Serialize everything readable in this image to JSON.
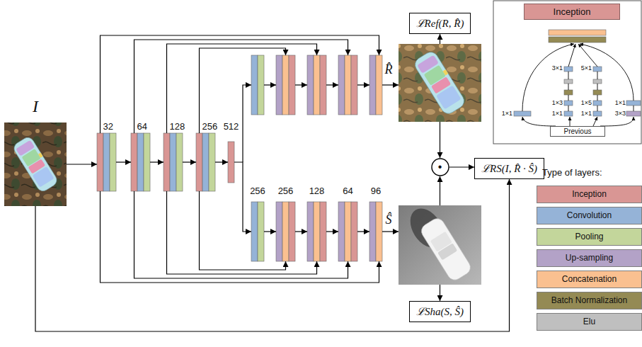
{
  "diagram": {
    "nodes": [
      {
        "text": [
          "I"
        ]
      },
      {
        "text": [
          "32"
        ]
      },
      {
        "text": [
          "64"
        ]
      },
      {
        "text": [
          "128"
        ]
      },
      {
        "text": [
          "256"
        ]
      },
      {
        "text": [
          "512"
        ]
      },
      {
        "text": [
          "256"
        ]
      },
      {
        "text": [
          "256"
        ]
      },
      {
        "text": [
          "128"
        ]
      },
      {
        "text": [
          "64"
        ]
      },
      {
        "text": [
          "96"
        ]
      },
      {
        "text": [
          "R̂"
        ]
      },
      {
        "text": [
          "ℒRef(R, R̂)"
        ]
      },
      {
        "text": [
          "•"
        ]
      },
      {
        "text": [
          "ℒRS(I, R̂ · Ŝ)"
        ]
      },
      {
        "text": [
          "Ŝ"
        ]
      },
      {
        "text": [
          "ℒSha(S, Ŝ)"
        ]
      },
      {
        "text": [
          "Inception"
        ]
      },
      {
        "text": [
          "Previous"
        ]
      }
    ],
    "edges": [
      {
        "from": 0,
        "to": 1,
        "arrow": "to"
      },
      {
        "from": 1,
        "to": 2,
        "arrow": "to"
      },
      {
        "from": 2,
        "to": 3,
        "arrow": "to"
      },
      {
        "from": 3,
        "to": 4,
        "arrow": "to"
      },
      {
        "from": 4,
        "to": 5,
        "arrow": "to"
      },
      {
        "from": 5,
        "to": 6,
        "arrow": "to"
      },
      {
        "from": 6,
        "to": 7,
        "arrow": "to"
      },
      {
        "from": 7,
        "to": 8,
        "arrow": "to"
      },
      {
        "from": 8,
        "to": 9,
        "arrow": "to"
      },
      {
        "from": 9,
        "to": 10,
        "arrow": "to"
      },
      {
        "from": 10,
        "to": 15,
        "arrow": "to"
      },
      {
        "from": 1,
        "to": 10,
        "arrow": "to"
      },
      {
        "from": 2,
        "to": 9,
        "arrow": "to"
      },
      {
        "from": 3,
        "to": 8,
        "arrow": "to"
      },
      {
        "from": 4,
        "to": 7,
        "arrow": "to"
      },
      {
        "from": 11,
        "to": 12,
        "arrow": "to"
      },
      {
        "from": 11,
        "to": 13,
        "arrow": "to"
      },
      {
        "from": 15,
        "to": 13,
        "arrow": "to"
      },
      {
        "from": 13,
        "to": 14,
        "arrow": "to"
      },
      {
        "from": 15,
        "to": 16,
        "arrow": "to"
      },
      {
        "from": 0,
        "to": 14,
        "arrow": "to"
      }
    ],
    "labels": [
      "3×1",
      "5×1",
      "1×3",
      "1×5",
      "1×1",
      "1×1",
      "1×1",
      "1×1",
      "3×3",
      "Type of layers:"
    ],
    "legend": [
      {
        "text": "Inception",
        "color": "#d99694"
      },
      {
        "text": "Convolution",
        "color": "#95b3d7"
      },
      {
        "text": "Pooling",
        "color": "#c3d69b"
      },
      {
        "text": "Up-sampling",
        "color": "#b3a2c7"
      },
      {
        "text": "Concatenation",
        "color": "#fac090"
      },
      {
        "text": "Batch Normalization",
        "color": "#948a54"
      },
      {
        "text": "Elu",
        "color": "#bfbfbf"
      }
    ]
  }
}
